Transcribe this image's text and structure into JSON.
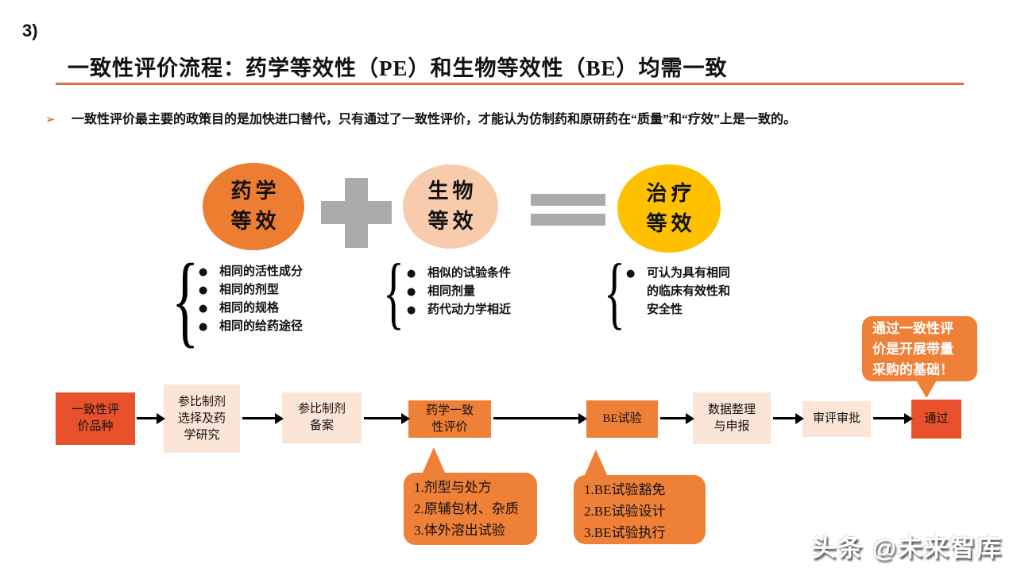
{
  "page": {
    "number_label": "3)"
  },
  "title": {
    "text": "一致性评价流程：药学等效性（PE）和生物等效性（BE）均需一致"
  },
  "intro": {
    "marker": "➢",
    "text": "一致性评价最主要的政策目的是加快进口替代，只有通过了一致性评价，才能认为仿制药和原研药在“质量”和“疗效”上是一致的。"
  },
  "ui": {
    "bullet": "●",
    "brace": "{"
  },
  "equation": {
    "circles": [
      {
        "line1": "药学",
        "line2": "等效",
        "color": "#ED7D31"
      },
      {
        "line1": "生物",
        "line2": "等效",
        "color": "#F8CBAD"
      },
      {
        "line1": "治疗",
        "line2": "等效",
        "color": "#FFC000"
      }
    ],
    "operator_color": "#ABABAB",
    "groups": [
      {
        "items": [
          "相同的活性成分",
          "相同的剂型",
          "相同的规格",
          "相同的给药途径"
        ]
      },
      {
        "items": [
          "相似的试验条件",
          "相同剂量",
          "药代动力学相近"
        ]
      },
      {
        "item_lines": [
          "可认为具有相同",
          "的临床有效性和",
          "安全性"
        ]
      }
    ]
  },
  "flow": {
    "steps": [
      {
        "lines": [
          "一致性评",
          "价品种"
        ],
        "style": "dark"
      },
      {
        "lines": [
          "参比制剂",
          "选择及药",
          "学研究"
        ],
        "style": "light"
      },
      {
        "lines": [
          "参比制剂",
          "备案"
        ],
        "style": "light"
      },
      {
        "lines": [
          "药学一致",
          "性评价"
        ],
        "style": "medium"
      },
      {
        "lines": [
          "BE试验"
        ],
        "style": "medium"
      },
      {
        "lines": [
          "数据整理",
          "与申报"
        ],
        "style": "light"
      },
      {
        "lines": [
          "审评审批"
        ],
        "style": "light"
      },
      {
        "lines": [
          "通过"
        ],
        "style": "dark"
      }
    ],
    "colors": {
      "dark": "#E8512B",
      "light": "#FBE5D6",
      "medium": "#EF8038"
    }
  },
  "callouts": {
    "top": {
      "lines": [
        "通过一致性评",
        "价是开展带量",
        "采购的基础！"
      ]
    },
    "pe_detail": {
      "lines": [
        "1.剂型与处方",
        "2.原辅包材、杂质",
        "3.体外溶出试验"
      ]
    },
    "be_detail": {
      "lines": [
        "1.BE试验豁免",
        "2.BE试验设计",
        "3.BE试验执行"
      ]
    }
  },
  "watermark": {
    "text": "头条 @未来智库"
  },
  "colors": {
    "title_rule": "#D9734E",
    "arrow": "#000000",
    "text": "#111111"
  }
}
